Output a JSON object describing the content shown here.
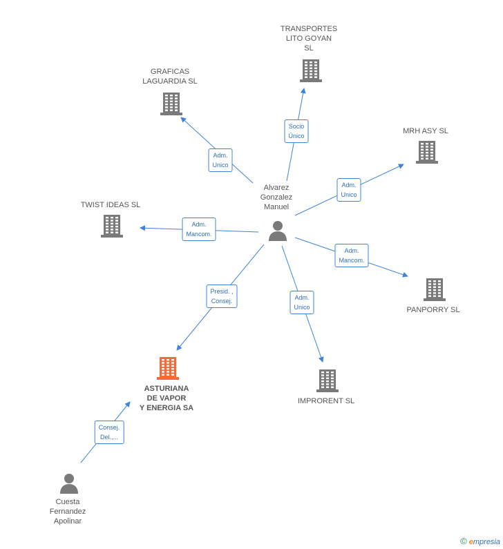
{
  "colors": {
    "edge": "#3f83d8",
    "company": "#7a7a7a",
    "company_main": "#f26b3a",
    "person": "#7a7a7a"
  },
  "nodes": [
    {
      "id": "transportes",
      "type": "company",
      "label": "TRANSPORTES\nLITO GOYAN\nSL",
      "icon": "building-icon"
    },
    {
      "id": "graficas",
      "type": "company",
      "label": "GRAFICAS\nLAGUARDIA SL",
      "icon": "building-icon"
    },
    {
      "id": "mrh",
      "type": "company",
      "label": "MRH ASY SL",
      "icon": "building-icon"
    },
    {
      "id": "twist",
      "type": "company",
      "label": "TWIST IDEAS SL",
      "icon": "building-icon"
    },
    {
      "id": "alvarez",
      "type": "person",
      "label": "Alvarez\nGonzalez\nManuel",
      "icon": "person-icon"
    },
    {
      "id": "panporry",
      "type": "company",
      "label": "PANPORRY SL",
      "icon": "building-icon"
    },
    {
      "id": "asturiana",
      "type": "company_main",
      "label": "ASTURIANA\nDE VAPOR\nY ENERGIA SA",
      "icon": "building-icon"
    },
    {
      "id": "improrent",
      "type": "company",
      "label": "IMPRORENT SL",
      "icon": "building-icon"
    },
    {
      "id": "cuesta",
      "type": "person",
      "label": "Cuesta\nFernandez\nApolinar",
      "icon": "person-icon"
    }
  ],
  "edges": [
    {
      "from": "alvarez",
      "to": "transportes",
      "label": "Socio\nÚnico"
    },
    {
      "from": "alvarez",
      "to": "graficas",
      "label": "Adm.\nUnico"
    },
    {
      "from": "alvarez",
      "to": "mrh",
      "label": "Adm.\nUnico"
    },
    {
      "from": "alvarez",
      "to": "twist",
      "label": "Adm.\nMancom."
    },
    {
      "from": "alvarez",
      "to": "panporry",
      "label": "Adm.\nMancom."
    },
    {
      "from": "alvarez",
      "to": "asturiana",
      "label": "Presid. ,\nConsej."
    },
    {
      "from": "alvarez",
      "to": "improrent",
      "label": "Adm.\nUnico"
    },
    {
      "from": "cuesta",
      "to": "asturiana",
      "label": "Consej.\nDel.,..."
    }
  ],
  "brand": {
    "copyright": "©",
    "e": "e",
    "rest": "mpresia"
  }
}
